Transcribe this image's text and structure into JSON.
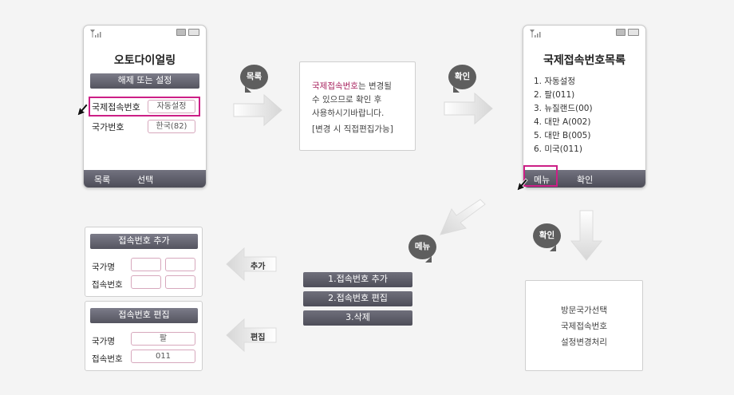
{
  "phone1": {
    "title": "오토다이얼링",
    "setting_bar": "해제 또는 설정",
    "row1_label": "국제접속번호",
    "row1_value": "자동설정",
    "row2_label": "국가번호",
    "row2_value": "한국(82)",
    "softkey_left": "목록",
    "softkey_right": "선택"
  },
  "bubbles": {
    "list": "목록",
    "confirm_top": "확인",
    "menu": "메뉴",
    "confirm_right": "확인"
  },
  "note": {
    "line1_accent": "국제접속번호",
    "line1_rest": "는 변경될",
    "line2": "수 있으므로 확인 후",
    "line3": "사용하시기바랍니다.",
    "line4": "[변경 시 직접편집가능]"
  },
  "phone2": {
    "title": "국제접속번호목록",
    "items": [
      "1. 자동설정",
      "2. 팔(011)",
      "3. 뉴질랜드(00)",
      "4. 대만 A(002)",
      "5. 대만 B(005)",
      "6. 미국(011)"
    ],
    "softkey_left": "메뉴",
    "softkey_right": "확인"
  },
  "menu_items": [
    "1.접속번호 추가",
    "2.접속번호 편집",
    "3.삭제"
  ],
  "arrow_labels": {
    "add": "추가",
    "edit": "편집"
  },
  "panel_add": {
    "title": "접속번호 추가",
    "label1": "국가명",
    "label2": "접속번호"
  },
  "panel_edit": {
    "title": "접속번호 편집",
    "label1": "국가명",
    "value1": "팔",
    "label2": "접속번호",
    "value2": "011"
  },
  "result_box": {
    "lines": [
      "방문국가선택",
      "국제접속번호",
      "설정변경처리"
    ]
  },
  "colors": {
    "highlight": "#cc1f86",
    "bar": "#5e5e69",
    "bubble": "#5e5e5e"
  }
}
